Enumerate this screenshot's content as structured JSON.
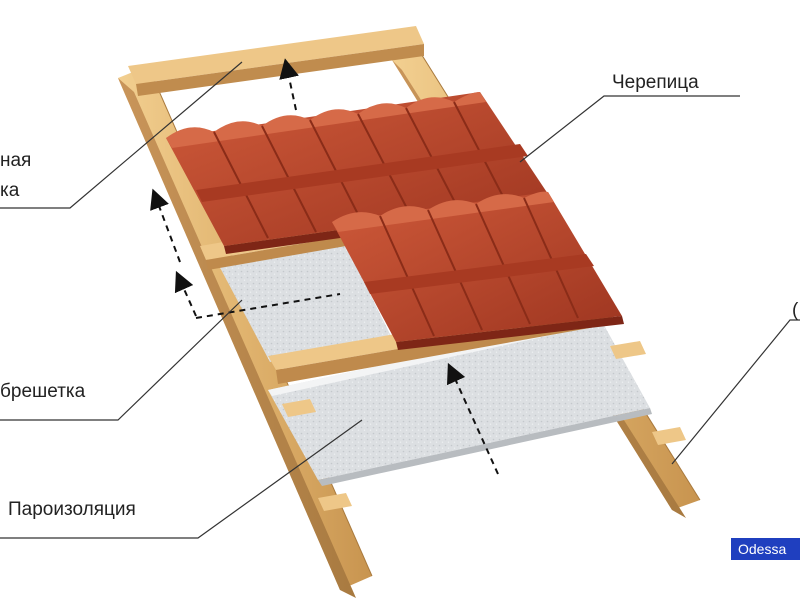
{
  "labels": {
    "tile": "Черепица",
    "counter_batten_top": "ная",
    "counter_batten_bottom": "ка",
    "batten": "брешетка",
    "vapor_barrier": "Пароизоляция",
    "right_marker": "("
  },
  "watermark": "Odessa",
  "colors": {
    "wood": "#e0b36e",
    "wood_dark": "#b8884a",
    "tile": "#b8442a",
    "tile_dark": "#7e2616",
    "tile_light": "#d66a48",
    "membrane": "#d8dbde",
    "badge": "#1f3fbf"
  }
}
